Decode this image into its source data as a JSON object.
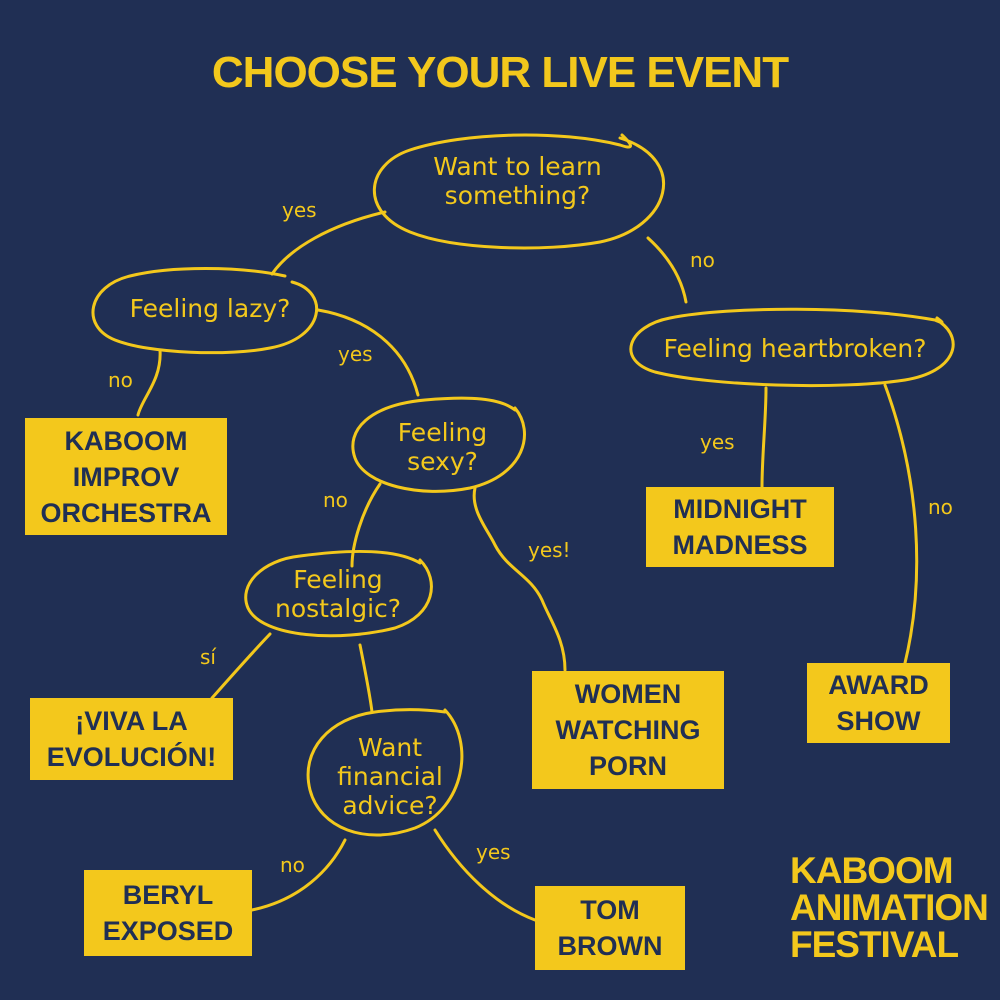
{
  "title": "CHOOSE YOUR LIVE EVENT",
  "colors": {
    "background": "#202f54",
    "accent": "#f3c81c"
  },
  "questions": {
    "learn": [
      "Want to learn",
      "something?"
    ],
    "lazy": [
      "Feeling lazy?"
    ],
    "heartbroken": [
      "Feeling heartbroken?"
    ],
    "sexy": [
      "Feeling",
      "sexy?"
    ],
    "nostalgic": [
      "Feeling",
      "nostalgic?"
    ],
    "financial": [
      "Want",
      "financial",
      "advice?"
    ]
  },
  "edges": {
    "learn_yes": "yes",
    "learn_no": "no",
    "lazy_no": "no",
    "lazy_yes": "yes",
    "heartbroken_yes": "yes",
    "heartbroken_no": "no",
    "sexy_no": "no",
    "sexy_yes": "yes!",
    "nostalgic_si": "sí",
    "financial_no": "no",
    "financial_yes": "yes"
  },
  "outcomes": {
    "kaboom_improv": [
      "KABOOM",
      "IMPROV",
      "ORCHESTRA"
    ],
    "midnight": [
      "MIDNIGHT",
      "MADNESS"
    ],
    "award": [
      "AWARD",
      "SHOW"
    ],
    "women": [
      "WOMEN",
      "WATCHING",
      "PORN"
    ],
    "viva": [
      "¡VIVA LA",
      "EVOLUCIÓN!"
    ],
    "beryl": [
      "BERYL",
      "EXPOSED"
    ],
    "tom": [
      "TOM",
      "BROWN"
    ]
  },
  "logo": [
    "KABOOM",
    "ANIMATION",
    "FESTIVAL"
  ]
}
